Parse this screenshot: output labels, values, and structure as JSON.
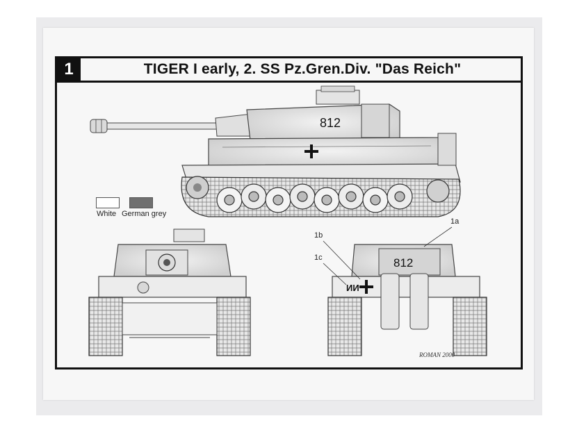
{
  "plate": {
    "number": "1",
    "title": "TIGER I early, 2. SS Pz.Gren.Div. \"Das Reich\""
  },
  "legend": {
    "items": [
      {
        "label": "White",
        "color": "#ffffff"
      },
      {
        "label": "German grey",
        "color": "#707070"
      }
    ]
  },
  "markings": {
    "turret_number": "812",
    "rear_number": "812",
    "division_symbol": "ИИ"
  },
  "callouts": {
    "a": "1a",
    "b": "1b",
    "c": "1c"
  },
  "artist_signature": "ROMAN  2000"
}
